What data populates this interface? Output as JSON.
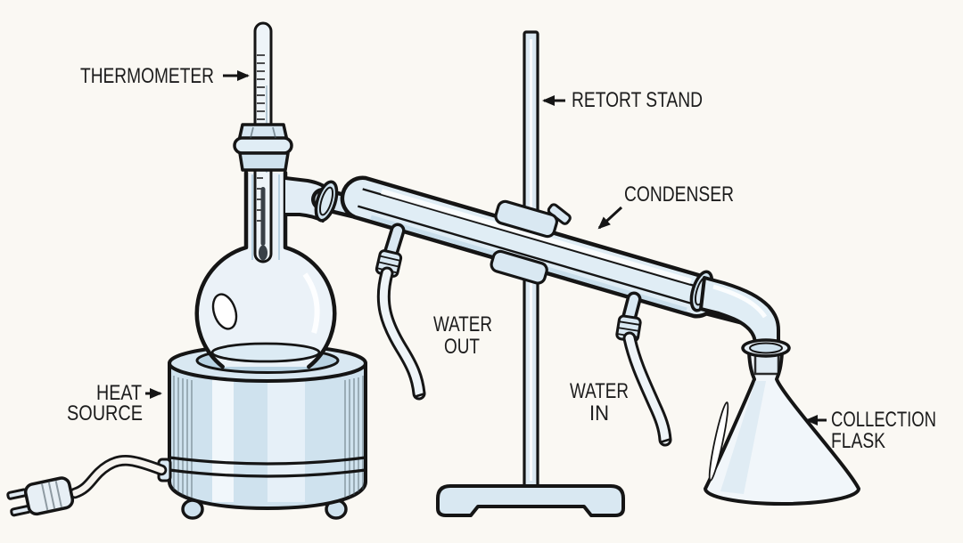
{
  "page": {
    "background": "#faf8f3"
  },
  "diagram": {
    "subject": "Simple distillation apparatus",
    "type": "labeled scientific line illustration",
    "parts": [
      "THERMOMETER",
      "RETORT STAND",
      "CONDENSER",
      "WATER OUT",
      "WATER IN",
      "HEAT SOURCE",
      "COLLECTION FLASK"
    ]
  },
  "labels": {
    "thermometer": "THERMOMETER",
    "retort_stand": "RETORT STAND",
    "condenser": "CONDENSER",
    "water_out": [
      "WATER",
      "OUT"
    ],
    "water_in": [
      "WATER",
      "IN"
    ],
    "heat_source": [
      "HEAT",
      "SOURCE"
    ],
    "collection_flask": [
      "COLLECTION",
      "FLASK"
    ]
  },
  "colors": {
    "background": "#faf8f3",
    "outline": "#151515",
    "glass_light": "#ebf2f8",
    "glass_mid": "#dcebf4",
    "glass_shade": "#c4dbe9",
    "mantle_fill": "#cfe2ee",
    "label_text": "#1c1c1c"
  }
}
